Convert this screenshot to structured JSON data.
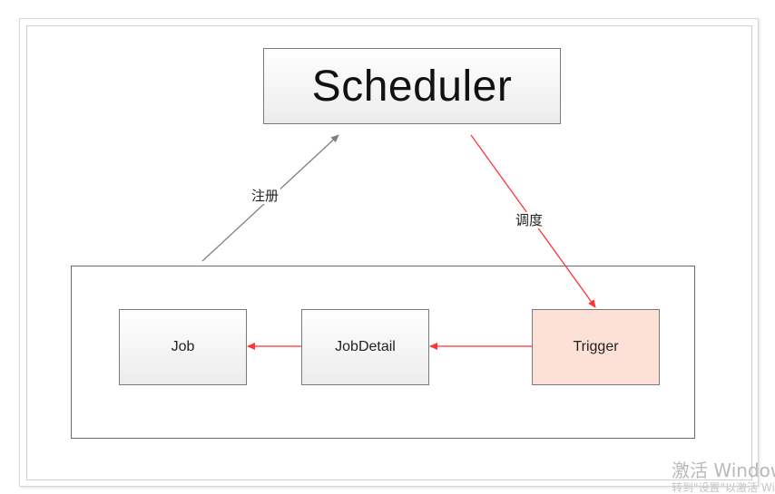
{
  "nodes": {
    "scheduler": "Scheduler",
    "job": "Job",
    "jobdetail": "JobDetail",
    "trigger": "Trigger"
  },
  "edges": {
    "register_label": "注册",
    "dispatch_label": "调度"
  },
  "colors": {
    "trigger_fill": "#fde0d6",
    "register_arrow": "#808080",
    "dispatch_arrow": "#ff3333",
    "flow_arrow": "#ff3333"
  },
  "watermark": {
    "line1": "激活 Windows",
    "line2": "转到\"设置\"以激活 Windows。"
  }
}
